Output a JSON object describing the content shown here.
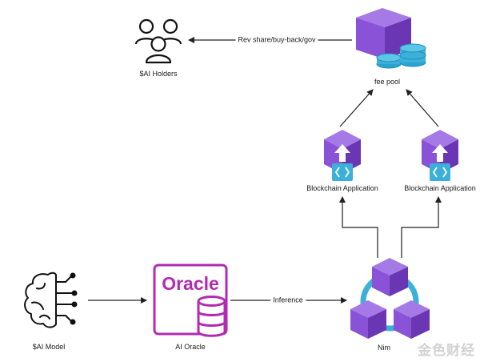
{
  "nodes": {
    "holders": {
      "label": "$AI Holders",
      "icon": "users-icon"
    },
    "fee_pool": {
      "label": "fee pool",
      "icon": "cube-with-coins-icon"
    },
    "blockchain_app_left": {
      "label": "Blockchain Application",
      "icon": "cube-upload-code-icon"
    },
    "blockchain_app_right": {
      "label": "Blockchain Application",
      "icon": "cube-upload-code-icon"
    },
    "ai_model": {
      "label": "$AI Model",
      "icon": "brain-circuit-icon"
    },
    "ai_oracle": {
      "label": "AI Oracle",
      "icon": "oracle-database-icon",
      "logo_text": "Oracle"
    },
    "nim": {
      "label": "Nim",
      "icon": "cube-network-icon"
    }
  },
  "edges": {
    "fee_to_holders": {
      "label": "Rev share/buy-back/gov"
    },
    "oracle_to_nim": {
      "label": "Inference"
    }
  },
  "watermark": "金色财经",
  "colors": {
    "purple": "#8a52d6",
    "purple_light": "#a57ae6",
    "purple_dark": "#6a36b3",
    "teal": "#3cb0d8",
    "magenta": "#b22bb2",
    "arrow": "#222222"
  }
}
